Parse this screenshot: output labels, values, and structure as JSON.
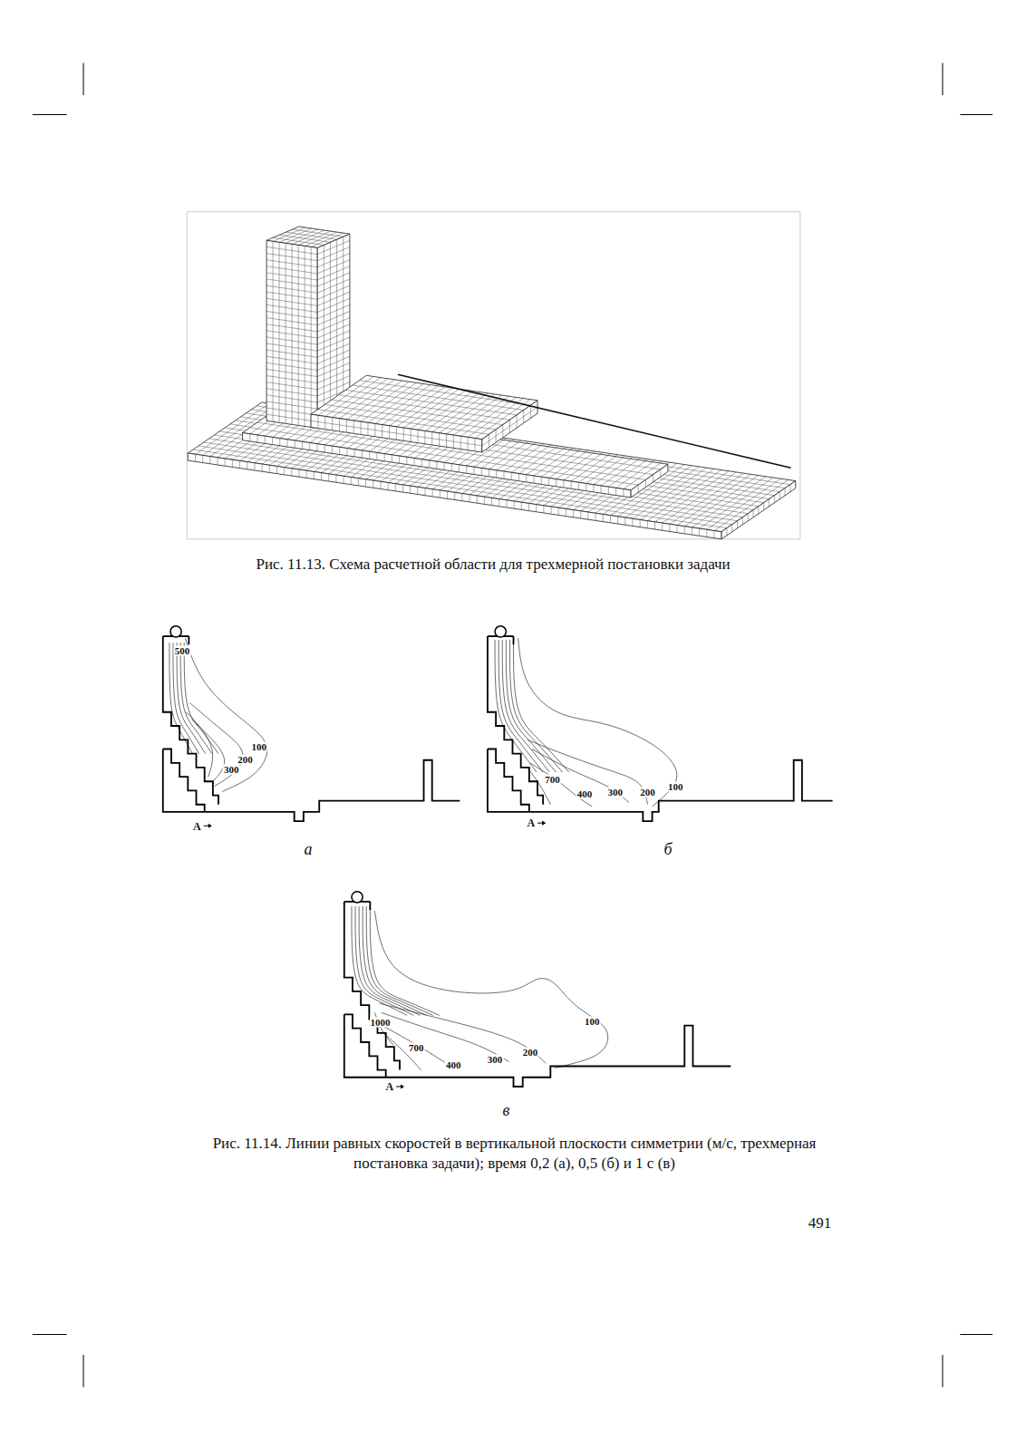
{
  "diagram": {
    "labels": [
      "Рис. 11.13. Схема расчетной области для трехмерной постановки задачи",
      "500",
      "100",
      "200",
      "300",
      "A",
      "а",
      "700",
      "400",
      "300",
      "200",
      "100",
      "A",
      "б",
      "1000",
      "700",
      "400",
      "300",
      "200",
      "100",
      "A",
      "в",
      "Рис. 11.14. Линии равных скоростей в вертикальной плоскости симметрии (м/с, трехмерная постановка задачи); время 0,2 (а), 0,5 (б) и 1 с (в)",
      "491"
    ]
  }
}
